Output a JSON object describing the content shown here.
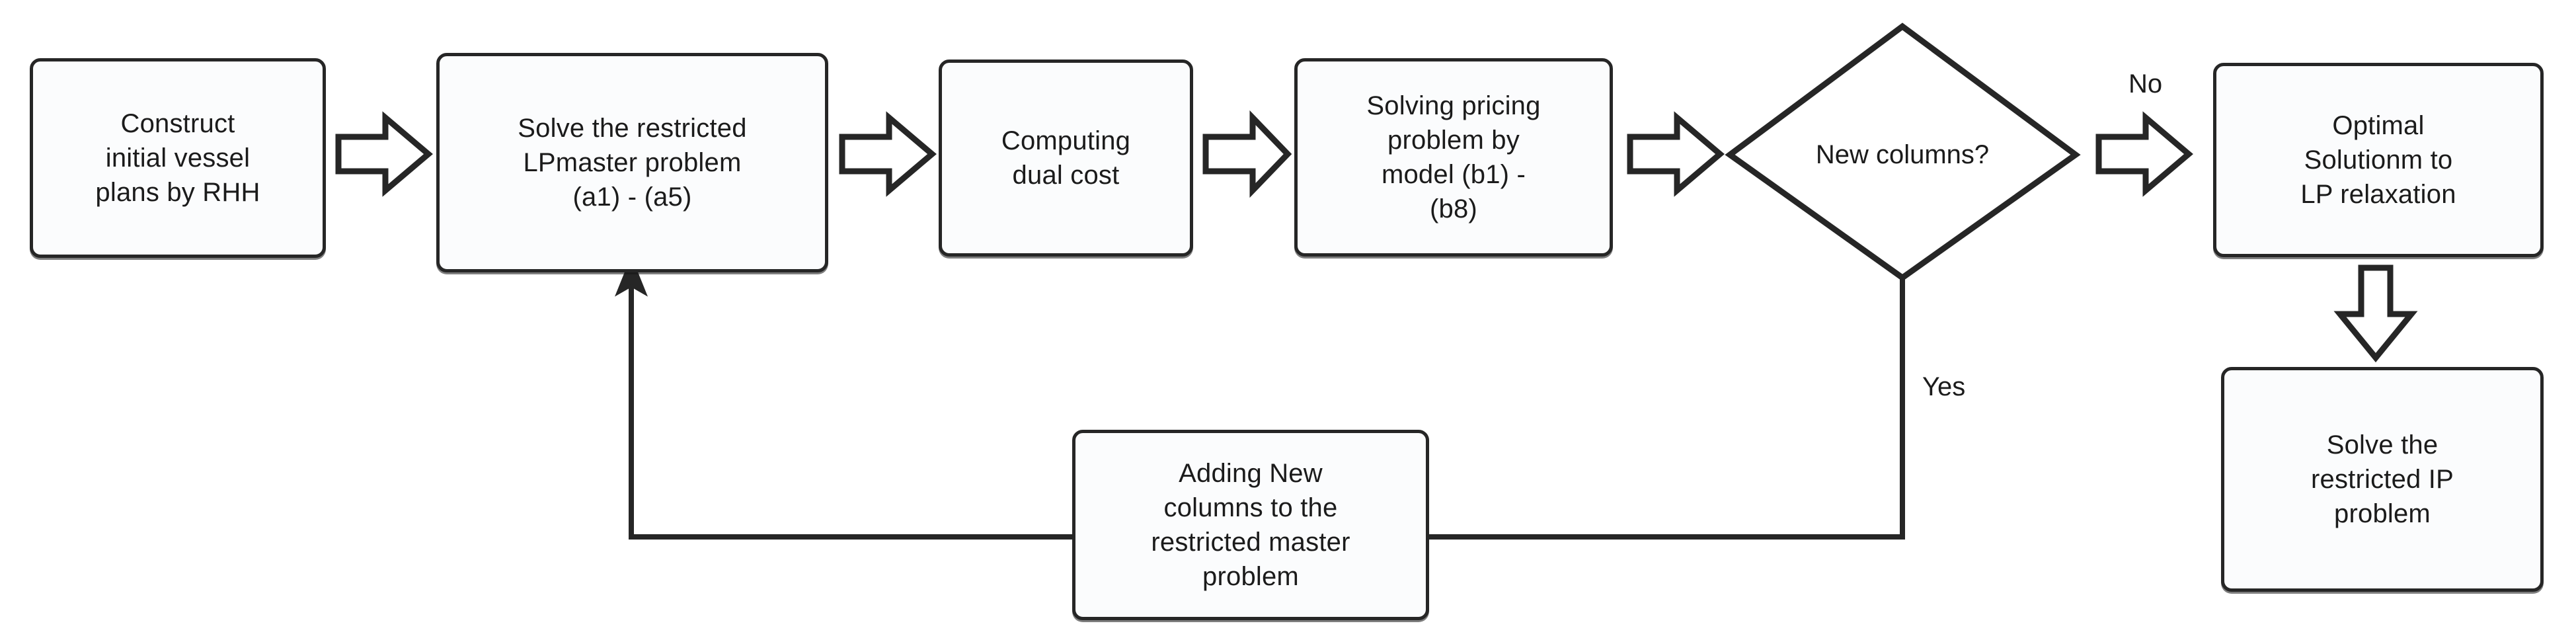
{
  "diagram": {
    "title": "Column generation algorithm flowchart",
    "background_color": "#ffffff",
    "stroke_color": "#262626",
    "text_color": "#1b1b1b",
    "fill_color": "#fbfcfd"
  },
  "nodes": {
    "construct_initial": {
      "label": "Construct\ninitial vessel\nplans by RHH",
      "shape": "process"
    },
    "solve_master": {
      "label": "Solve the restricted\nLPmaster problem\n(a1) - (a5)",
      "shape": "process"
    },
    "computing_dual": {
      "label": "Computing\ndual cost",
      "shape": "process"
    },
    "solving_pricing": {
      "label": "Solving pricing\nproblem by\nmodel (b1) -\n(b8)",
      "shape": "process"
    },
    "new_columns": {
      "label": "New columns?",
      "shape": "decision"
    },
    "optimal_solution": {
      "label": "Optimal\nSolutionm to\nLP relaxation",
      "shape": "process"
    },
    "solve_ip": {
      "label": "Solve the\nrestricted IP\nproblem",
      "shape": "process"
    },
    "adding_columns": {
      "label": "Adding New\ncolumns to the\nrestricted master\nproblem",
      "shape": "process"
    }
  },
  "edge_labels": {
    "no": "No",
    "yes": "Yes"
  }
}
